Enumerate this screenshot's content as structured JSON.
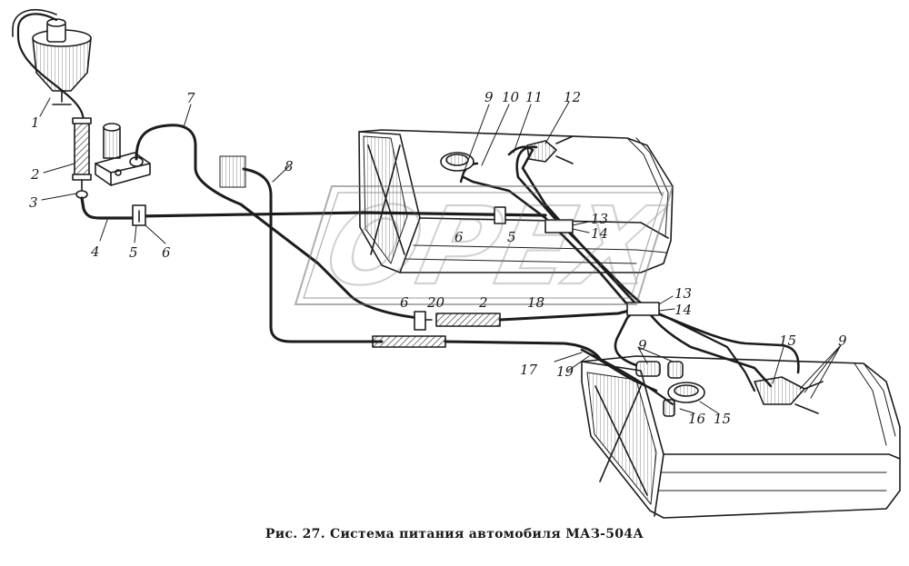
{
  "caption": "Рис. 27. Система питания автомобиля МАЗ-504А",
  "watermark_text": "OPEX",
  "part_labels": [
    "1",
    "2",
    "3",
    "4",
    "5",
    "6",
    "7",
    "8",
    "9",
    "10",
    "11",
    "12",
    "13",
    "14",
    "6",
    "5",
    "6",
    "20",
    "2",
    "18",
    "13",
    "14",
    "17",
    "19",
    "9",
    "16",
    "15",
    "15",
    "9"
  ]
}
